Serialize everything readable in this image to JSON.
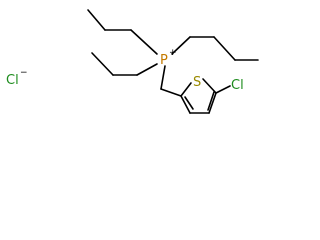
{
  "molecule": {
    "atoms": {
      "phosphorus": {
        "symbol": "P",
        "charge": "+"
      },
      "sulfur": {
        "symbol": "S"
      },
      "chlorine_substituent": {
        "symbol": "Cl"
      },
      "chloride_counterion": {
        "symbol": "Cl",
        "charge": "−"
      }
    }
  },
  "colors": {
    "bond": "#000000",
    "phosphorus": "#c47a00",
    "sulfur": "#9a8a00",
    "chlorine": "#1e8c1e",
    "charge": "#000000"
  }
}
